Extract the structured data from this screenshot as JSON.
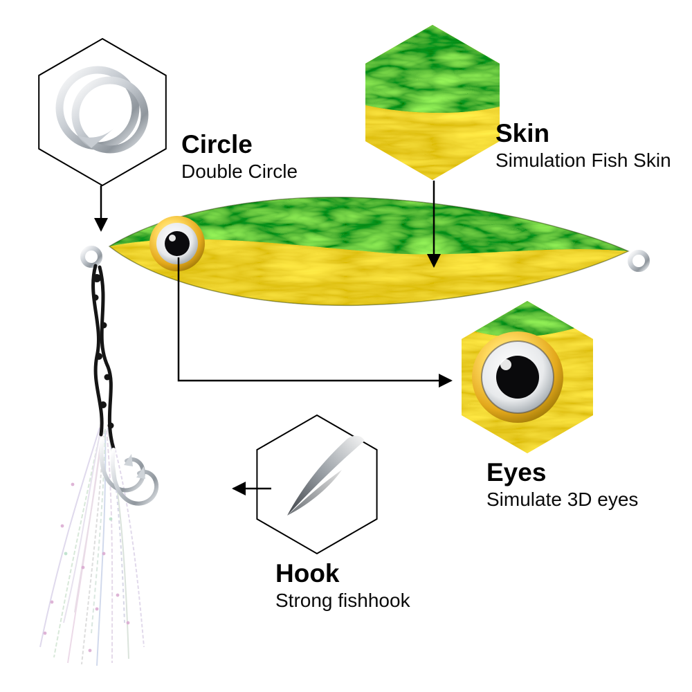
{
  "callouts": {
    "circle": {
      "title": "Circle",
      "subtitle": "Double Circle"
    },
    "skin": {
      "title": "Skin",
      "subtitle": "Simulation Fish Skin"
    },
    "eyes": {
      "title": "Eyes",
      "subtitle": "Simulate 3D eyes"
    },
    "hook": {
      "title": "Hook",
      "subtitle": "Strong fishhook"
    }
  },
  "colors": {
    "background": "#ffffff",
    "text": "#000000",
    "lure_green": "#4ea70e",
    "lure_gold": "#f2c300",
    "metal_silver": "#c3c9cf",
    "cord_black": "#151515",
    "connector_black": "#000000"
  }
}
